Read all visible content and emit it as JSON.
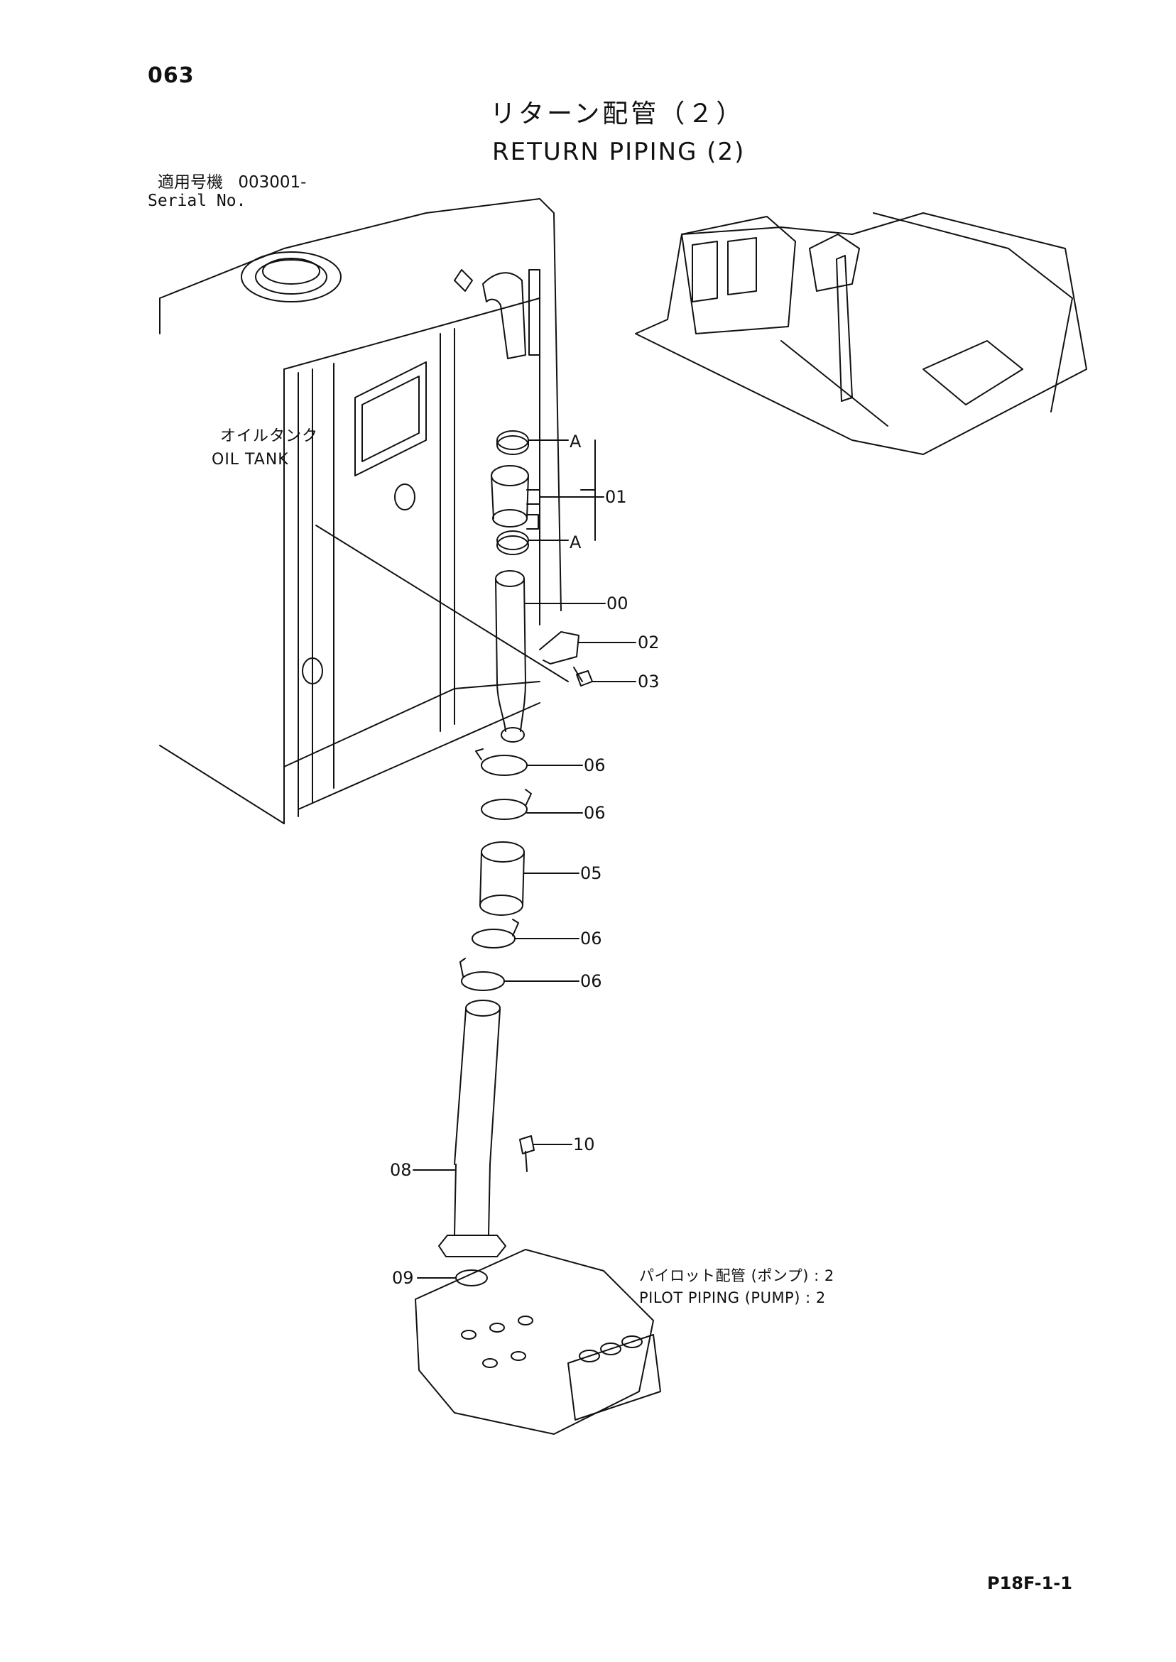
{
  "page_number": "063",
  "title": {
    "japanese": "リターン配管（２）",
    "english": "RETURN PIPING (2)"
  },
  "serial": {
    "label_jp": "適用号機",
    "number": "003001-",
    "label_en": "Serial No."
  },
  "oil_tank": {
    "label_jp": "オイルタンク",
    "label_en": "OIL TANK"
  },
  "section_marks": {
    "top": "A",
    "bottom": "A"
  },
  "parts": [
    {
      "ref": "01"
    },
    {
      "ref": "00"
    },
    {
      "ref": "02"
    },
    {
      "ref": "03"
    },
    {
      "ref": "06"
    },
    {
      "ref": "06"
    },
    {
      "ref": "05"
    },
    {
      "ref": "06"
    },
    {
      "ref": "06"
    },
    {
      "ref": "10"
    },
    {
      "ref": "08"
    },
    {
      "ref": "09"
    }
  ],
  "pilot_piping": {
    "label_jp": "パイロット配管 (ポンプ) : 2",
    "label_en": "PILOT PIPING (PUMP) : 2"
  },
  "page_reference": "P18F-1-1"
}
